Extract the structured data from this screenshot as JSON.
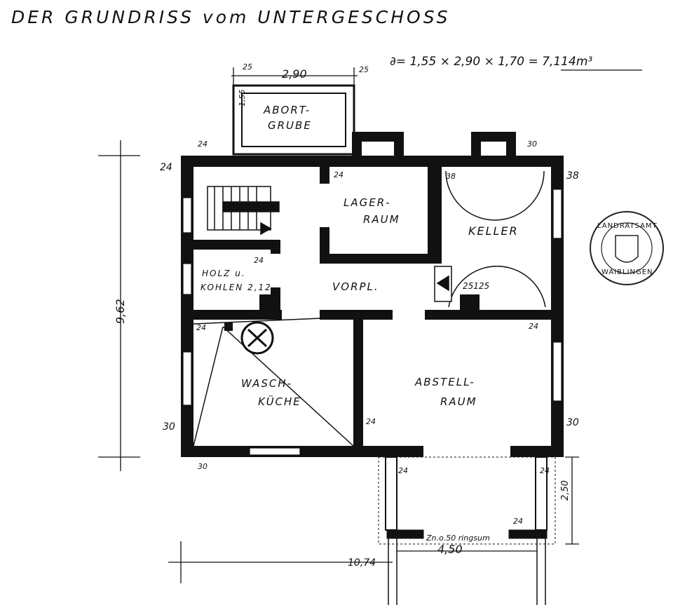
{
  "title": "DER GRUNDRISS vom UNTERGESCHOSS",
  "volume_formula": "∂= 1,55 × 2,90 × 1,70 = 7,114m³",
  "stamp": {
    "top_text": "LANDRATSAMT",
    "bottom_text": "WAIBLINGEN"
  },
  "rooms": {
    "abort_grube_1": "ABORT-",
    "abort_grube_2": "GRUBE",
    "lager_1": "LAGER-",
    "lager_2": "RAUM",
    "keller": "KELLER",
    "holz_1": "HOLZ u.",
    "holz_2": "KOHLEN 2,12",
    "vorpl": "VORPL.",
    "wasch_1": "WASCH-",
    "wasch_2": "KÜCHE",
    "abstell_1": "ABSTELL-",
    "abstell_2": "RAUM"
  },
  "dimensions": {
    "pit_width": "2,90",
    "pit_left": "25",
    "pit_right": "25",
    "pit_height": "1,55",
    "overall_height": "9,62",
    "overall_width": "10,74",
    "porch_width": "4,50",
    "porch_depth": "2,50",
    "wall_24": "24",
    "wall_30": "30",
    "wall_38": "38",
    "door_25125": "25125",
    "porch_note": "Zn.o.50 ringsum"
  }
}
